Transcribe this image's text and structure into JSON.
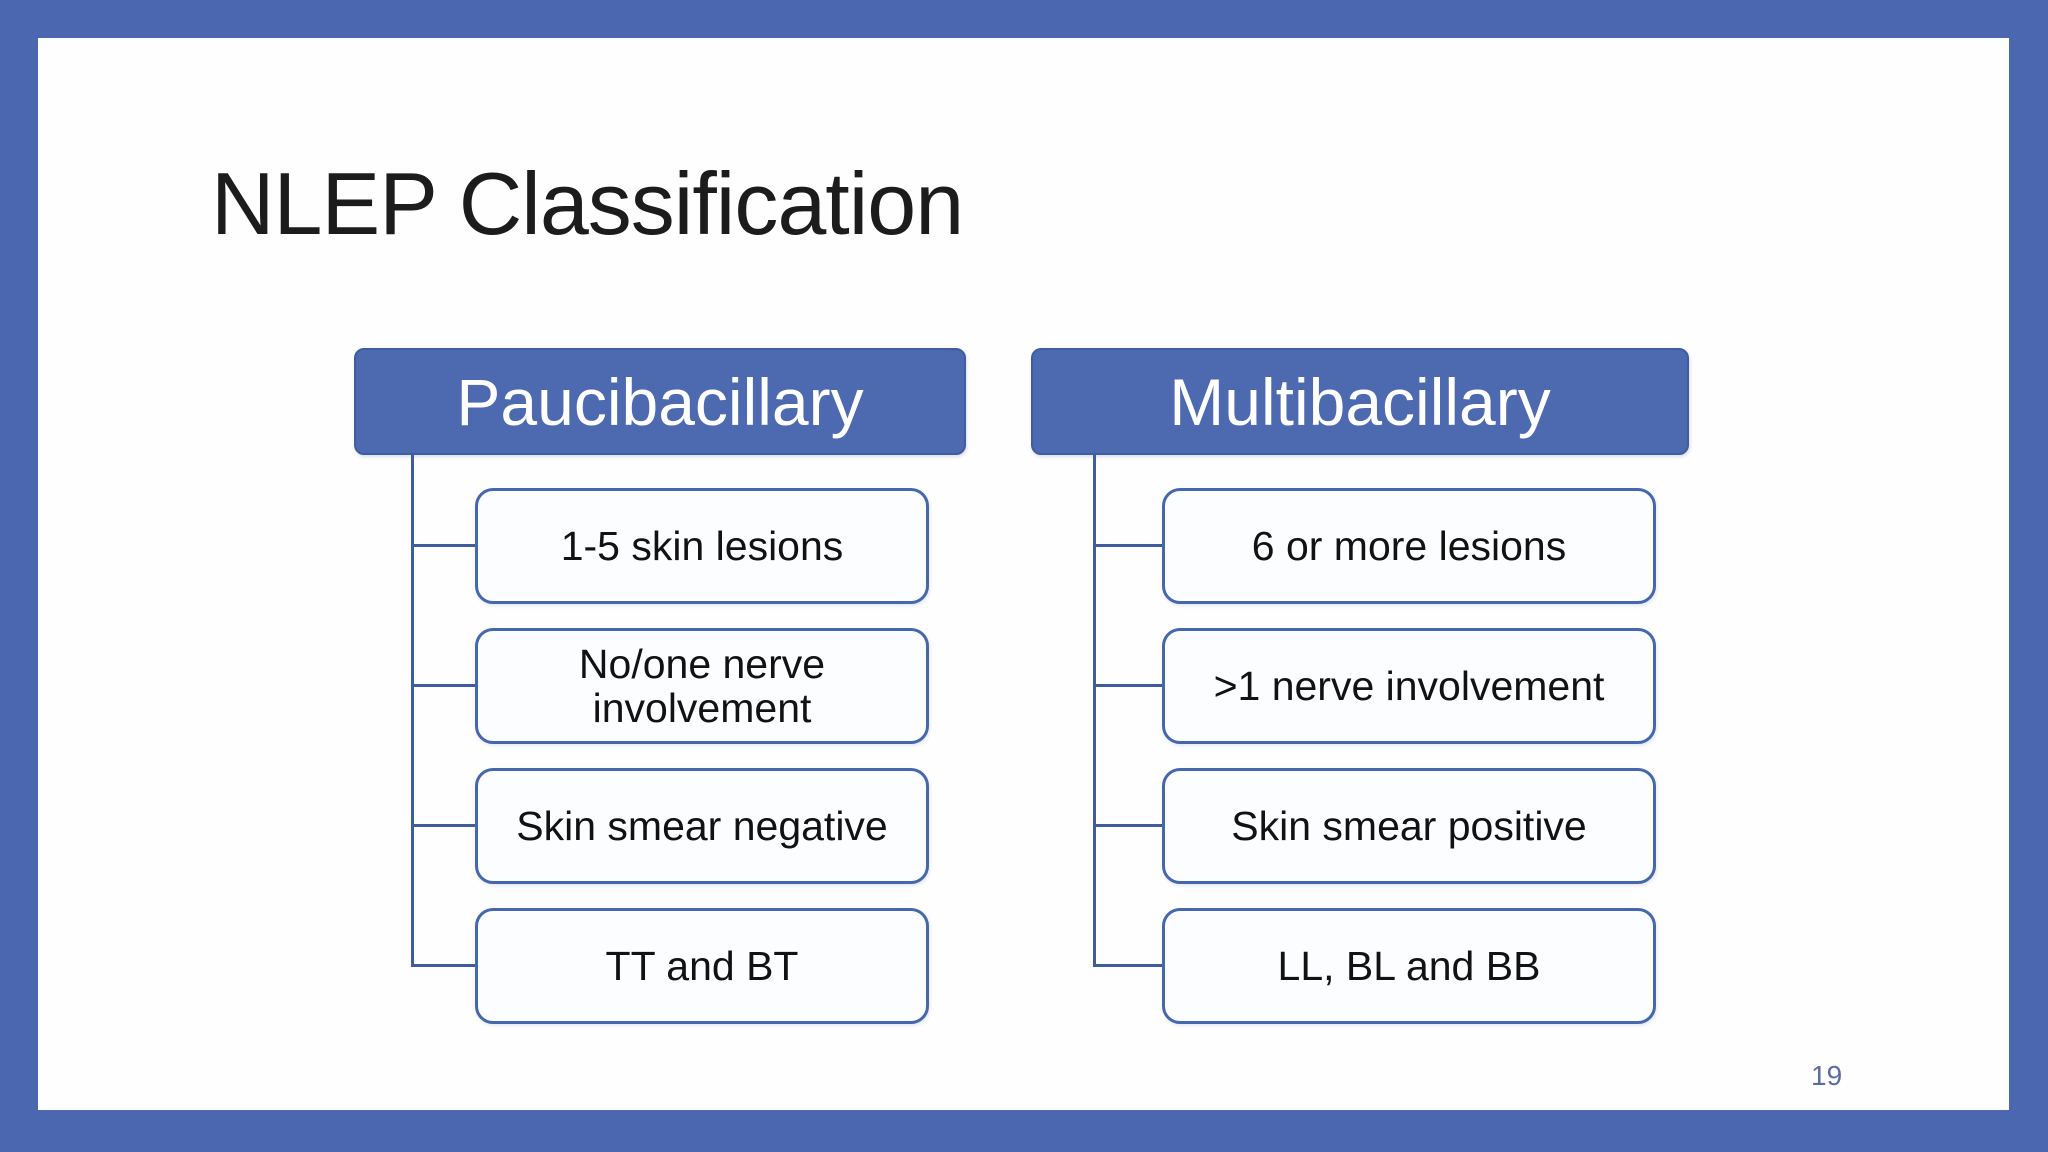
{
  "slide": {
    "title": "NLEP Classification",
    "page_number": "19"
  },
  "chart": {
    "type": "hierarchy",
    "columns": [
      {
        "header": "Paucibacillary",
        "items": [
          "1-5 skin lesions",
          "No/one nerve involvement",
          "Skin smear negative",
          "TT and BT"
        ]
      },
      {
        "header": "Multibacillary",
        "items": [
          "6 or more lesions",
          ">1 nerve involvement",
          "Skin smear positive",
          "LL, BL and BB"
        ]
      }
    ]
  },
  "colors": {
    "frame_blue": "#4B67AF",
    "slide_bg": "#FEFEFF",
    "header_fill": "#4D69B0",
    "header_border": "#3F5DA3",
    "box_fill": "#FCFDFF",
    "box_border": "#4467AD",
    "connector": "#3E5C9E",
    "title_color": "#1C1C1C",
    "text_color": "#121212",
    "page_number_color": "#5B6CA3"
  }
}
